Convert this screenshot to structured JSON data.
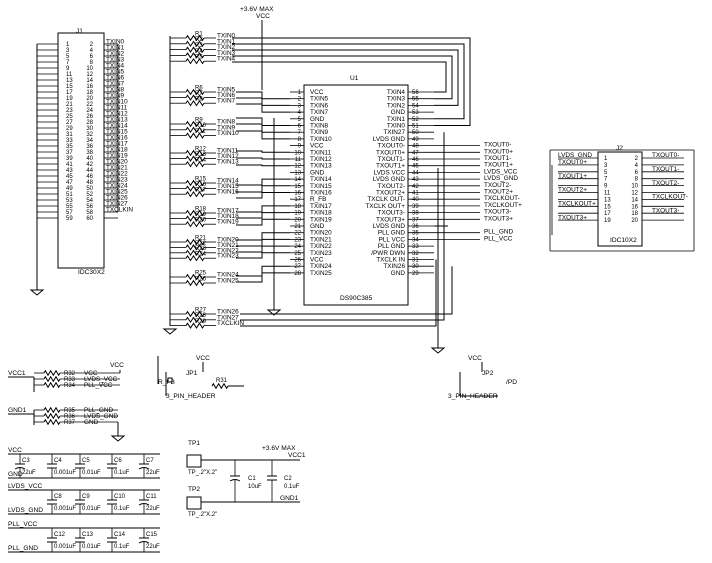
{
  "power_top": {
    "label_max": "+3.6V MAX",
    "label_vcc": "VCC"
  },
  "j1": {
    "ref": "J1",
    "type": "IDC30X2",
    "left_pins": [
      "1",
      "3",
      "5",
      "7",
      "9",
      "11",
      "13",
      "15",
      "17",
      "19",
      "21",
      "23",
      "25",
      "27",
      "29",
      "31",
      "33",
      "35",
      "37",
      "39",
      "41",
      "43",
      "45",
      "47",
      "49",
      "51",
      "53",
      "55",
      "57",
      "59"
    ],
    "right_pins": [
      "2",
      "4",
      "6",
      "8",
      "10",
      "12",
      "14",
      "16",
      "18",
      "20",
      "22",
      "24",
      "26",
      "28",
      "30",
      "32",
      "34",
      "36",
      "38",
      "40",
      "42",
      "44",
      "46",
      "48",
      "50",
      "52",
      "54",
      "56",
      "58",
      "60"
    ],
    "nets": [
      "TXIN0",
      "TXIN1",
      "TXIN2",
      "TXIN3",
      "TXIN4",
      "TXIN5",
      "TXIN6",
      "TXIN7",
      "TXIN8",
      "TXIN9",
      "TXIN10",
      "TXIN11",
      "TXIN12",
      "TXIN13",
      "TXIN14",
      "TXIN15",
      "TXIN16",
      "TXIN17",
      "TXIN18",
      "TXIN19",
      "TXIN20",
      "TXIN21",
      "TXIN22",
      "TXIN23",
      "TXIN24",
      "TXIN25",
      "TXIN26",
      "TXIN27",
      "TXCLKIN",
      ""
    ]
  },
  "res_groups": [
    {
      "refs": [
        "R1",
        "R2",
        "R3",
        "R4",
        "R5"
      ],
      "nets": [
        "TXIN0",
        "TXIN1",
        "TXIN2",
        "TXIN3",
        "TXIN4"
      ]
    },
    {
      "refs": [
        "R6",
        "R7",
        "R8"
      ],
      "nets": [
        "TXIN5",
        "TXIN6",
        "TXIN7"
      ]
    },
    {
      "refs": [
        "R9",
        "R10",
        "R11"
      ],
      "nets": [
        "TXIN8",
        "TXIN9",
        "TXIN10"
      ]
    },
    {
      "refs": [
        "R12",
        "R13",
        "R14"
      ],
      "nets": [
        "TXIN11",
        "TXIN12",
        "TXIN13"
      ]
    },
    {
      "refs": [
        "R15",
        "R16",
        "R17"
      ],
      "nets": [
        "TXIN14",
        "TXIN15",
        "TXIN16"
      ]
    },
    {
      "refs": [
        "R18",
        "R19",
        "R20"
      ],
      "nets": [
        "TXIN17",
        "TXIN18",
        "TXIN19"
      ]
    },
    {
      "refs": [
        "R21",
        "R22",
        "R23",
        "R24"
      ],
      "nets": [
        "TXIN20",
        "TXIN21",
        "TXIN22",
        "TXIN23"
      ]
    },
    {
      "refs": [
        "R25",
        "R26"
      ],
      "nets": [
        "TXIN24",
        "TXIN25"
      ]
    },
    {
      "refs": [
        "R27",
        "R28",
        "R29"
      ],
      "nets": [
        "TXIN26",
        "TXIN27",
        "TXCLKIN"
      ]
    }
  ],
  "u1": {
    "ref": "U1",
    "part": "DS90C385",
    "left_pins": [
      {
        "num": "1",
        "name": "VCC"
      },
      {
        "num": "2",
        "name": "TXIN5"
      },
      {
        "num": "3",
        "name": "TXIN6"
      },
      {
        "num": "4",
        "name": "TXIN7"
      },
      {
        "num": "5",
        "name": "GND"
      },
      {
        "num": "6",
        "name": "TXIN8"
      },
      {
        "num": "7",
        "name": "TXIN9"
      },
      {
        "num": "8",
        "name": "TXIN10"
      },
      {
        "num": "9",
        "name": "VCC"
      },
      {
        "num": "10",
        "name": "TXIN11"
      },
      {
        "num": "11",
        "name": "TXIN12"
      },
      {
        "num": "12",
        "name": "TXIN13"
      },
      {
        "num": "13",
        "name": "GND"
      },
      {
        "num": "14",
        "name": "TXIN14"
      },
      {
        "num": "15",
        "name": "TXIN15"
      },
      {
        "num": "16",
        "name": "TXIN16"
      },
      {
        "num": "17",
        "name": "R_FB"
      },
      {
        "num": "18",
        "name": "TXIN17"
      },
      {
        "num": "19",
        "name": "TXIN18"
      },
      {
        "num": "20",
        "name": "TXIN19"
      },
      {
        "num": "21",
        "name": "GND"
      },
      {
        "num": "22",
        "name": "TXIN20"
      },
      {
        "num": "23",
        "name": "TXIN21"
      },
      {
        "num": "24",
        "name": "TXIN22"
      },
      {
        "num": "25",
        "name": "TXIN23"
      },
      {
        "num": "26",
        "name": "VCC"
      },
      {
        "num": "27",
        "name": "TXIN24"
      },
      {
        "num": "28",
        "name": "TXIN25"
      }
    ],
    "right_pins": [
      {
        "num": "56",
        "name": "TXIN4"
      },
      {
        "num": "55",
        "name": "TXIN3"
      },
      {
        "num": "54",
        "name": "TXIN2"
      },
      {
        "num": "53",
        "name": "GND"
      },
      {
        "num": "52",
        "name": "TXIN1"
      },
      {
        "num": "51",
        "name": "TXIN0"
      },
      {
        "num": "50",
        "name": "TXIN27"
      },
      {
        "num": "49",
        "name": "LVDS GND"
      },
      {
        "num": "48",
        "name": "TXOUT0-"
      },
      {
        "num": "47",
        "name": "TXOUT0+"
      },
      {
        "num": "46",
        "name": "TXOUT1-"
      },
      {
        "num": "45",
        "name": "TXOUT1+"
      },
      {
        "num": "44",
        "name": "LVDS VCC"
      },
      {
        "num": "43",
        "name": "LVDS GND"
      },
      {
        "num": "42",
        "name": "TXOUT2-"
      },
      {
        "num": "41",
        "name": "TXOUT2+"
      },
      {
        "num": "40",
        "name": "TXCLK OUT-"
      },
      {
        "num": "39",
        "name": "TXCLK OUT+"
      },
      {
        "num": "38",
        "name": "TXOUT3-"
      },
      {
        "num": "37",
        "name": "TXOUT3+"
      },
      {
        "num": "36",
        "name": "LVDS GND"
      },
      {
        "num": "35",
        "name": "PLL GND"
      },
      {
        "num": "34",
        "name": "PLL VCC"
      },
      {
        "num": "33",
        "name": "PLL GND"
      },
      {
        "num": "32",
        "name": "/PWR DWN"
      },
      {
        "num": "31",
        "name": "TXCLK IN"
      },
      {
        "num": "30",
        "name": "TXIN26"
      },
      {
        "num": "29",
        "name": "GND"
      }
    ],
    "right_nets": [
      "",
      "",
      "",
      "",
      "",
      "",
      "",
      "",
      "TXOUT0-",
      "TXOUT0+",
      "TXOUT1-",
      "TXOUT1+",
      "LVDS_VCC",
      "LVDS_GND",
      "TXOUT2-",
      "TXOUT2+",
      "TXCLKOUT-",
      "TXCLKOUT+",
      "TXOUT3-",
      "TXOUT3+",
      "",
      "PLL_GND",
      "PLL_VCC",
      "",
      "",
      "",
      "",
      ""
    ]
  },
  "j2": {
    "ref": "J2",
    "type": "IDC10X2",
    "left_pins": [
      "1",
      "3",
      "5",
      "7",
      "9",
      "11",
      "13",
      "15",
      "17",
      "19"
    ],
    "right_pins": [
      "2",
      "4",
      "6",
      "8",
      "10",
      "12",
      "14",
      "16",
      "18",
      "20"
    ],
    "left_nets": [
      "LVDS_GND",
      "TXOUT0+",
      "",
      "TXOUT1+",
      "",
      "TXOUT2+",
      "",
      "TXCLKOUT+",
      "",
      "TXOUT3+"
    ],
    "right_nets": [
      "TXOUT0-",
      "",
      "TXOUT1-",
      "",
      "TXOUT2-",
      "",
      "TXCLKOUT-",
      "",
      "TXOUT3-",
      ""
    ]
  },
  "jp1": {
    "ref": "JP1",
    "vcc": "VCC",
    "net": "R_FB",
    "res": "R31",
    "type": "3_PIN_HEADER"
  },
  "jp2": {
    "ref": "JP2",
    "vcc": "VCC",
    "net": "/PD",
    "type": "3_PIN_HEADER"
  },
  "power_links": {
    "vcc1": "VCC1",
    "gnd1": "GND1",
    "vcc_rows": [
      {
        "ref": "R32",
        "net": "VCC"
      },
      {
        "ref": "R33",
        "net": "LVDS_VCC"
      },
      {
        "ref": "R34",
        "net": "PLL_VCC"
      }
    ],
    "gnd_rows": [
      {
        "ref": "R35",
        "net": "PLL_GND"
      },
      {
        "ref": "R36",
        "net": "LVDS_GND"
      },
      {
        "ref": "R37",
        "net": "GND"
      }
    ]
  },
  "decoupling": [
    {
      "top": "VCC",
      "bottom": "GND",
      "caps": [
        {
          "ref": "C3",
          "val": "22uF"
        },
        {
          "ref": "C4",
          "val": "0.001uF"
        },
        {
          "ref": "C5",
          "val": "0.01uF"
        },
        {
          "ref": "C6",
          "val": "0.1uF"
        },
        {
          "ref": "C7",
          "val": "22uF"
        }
      ]
    },
    {
      "top": "LVDS_VCC",
      "bottom": "LVDS_GND",
      "caps": [
        {
          "ref": "C8",
          "val": "0.001uF"
        },
        {
          "ref": "C9",
          "val": "0.01uF"
        },
        {
          "ref": "C10",
          "val": "0.1uF"
        },
        {
          "ref": "C11",
          "val": "22uF"
        }
      ]
    },
    {
      "top": "PLL_VCC",
      "bottom": "PLL_GND",
      "caps": [
        {
          "ref": "C12",
          "val": "0.001uF"
        },
        {
          "ref": "C13",
          "val": "0.01uF"
        },
        {
          "ref": "C14",
          "val": "0.1uF"
        },
        {
          "ref": "C15",
          "val": "22uF"
        }
      ]
    }
  ],
  "testpoints": {
    "tp1": "TP1",
    "tp2": "TP2",
    "tp_type": "TP_.2\"X.2\"",
    "supply_max": "+3.6V MAX",
    "vcc1": "VCC1",
    "gnd1": "GND1",
    "c1": {
      "ref": "C1",
      "val": "10uF"
    },
    "c2": {
      "ref": "C2",
      "val": "0.1uF"
    }
  }
}
